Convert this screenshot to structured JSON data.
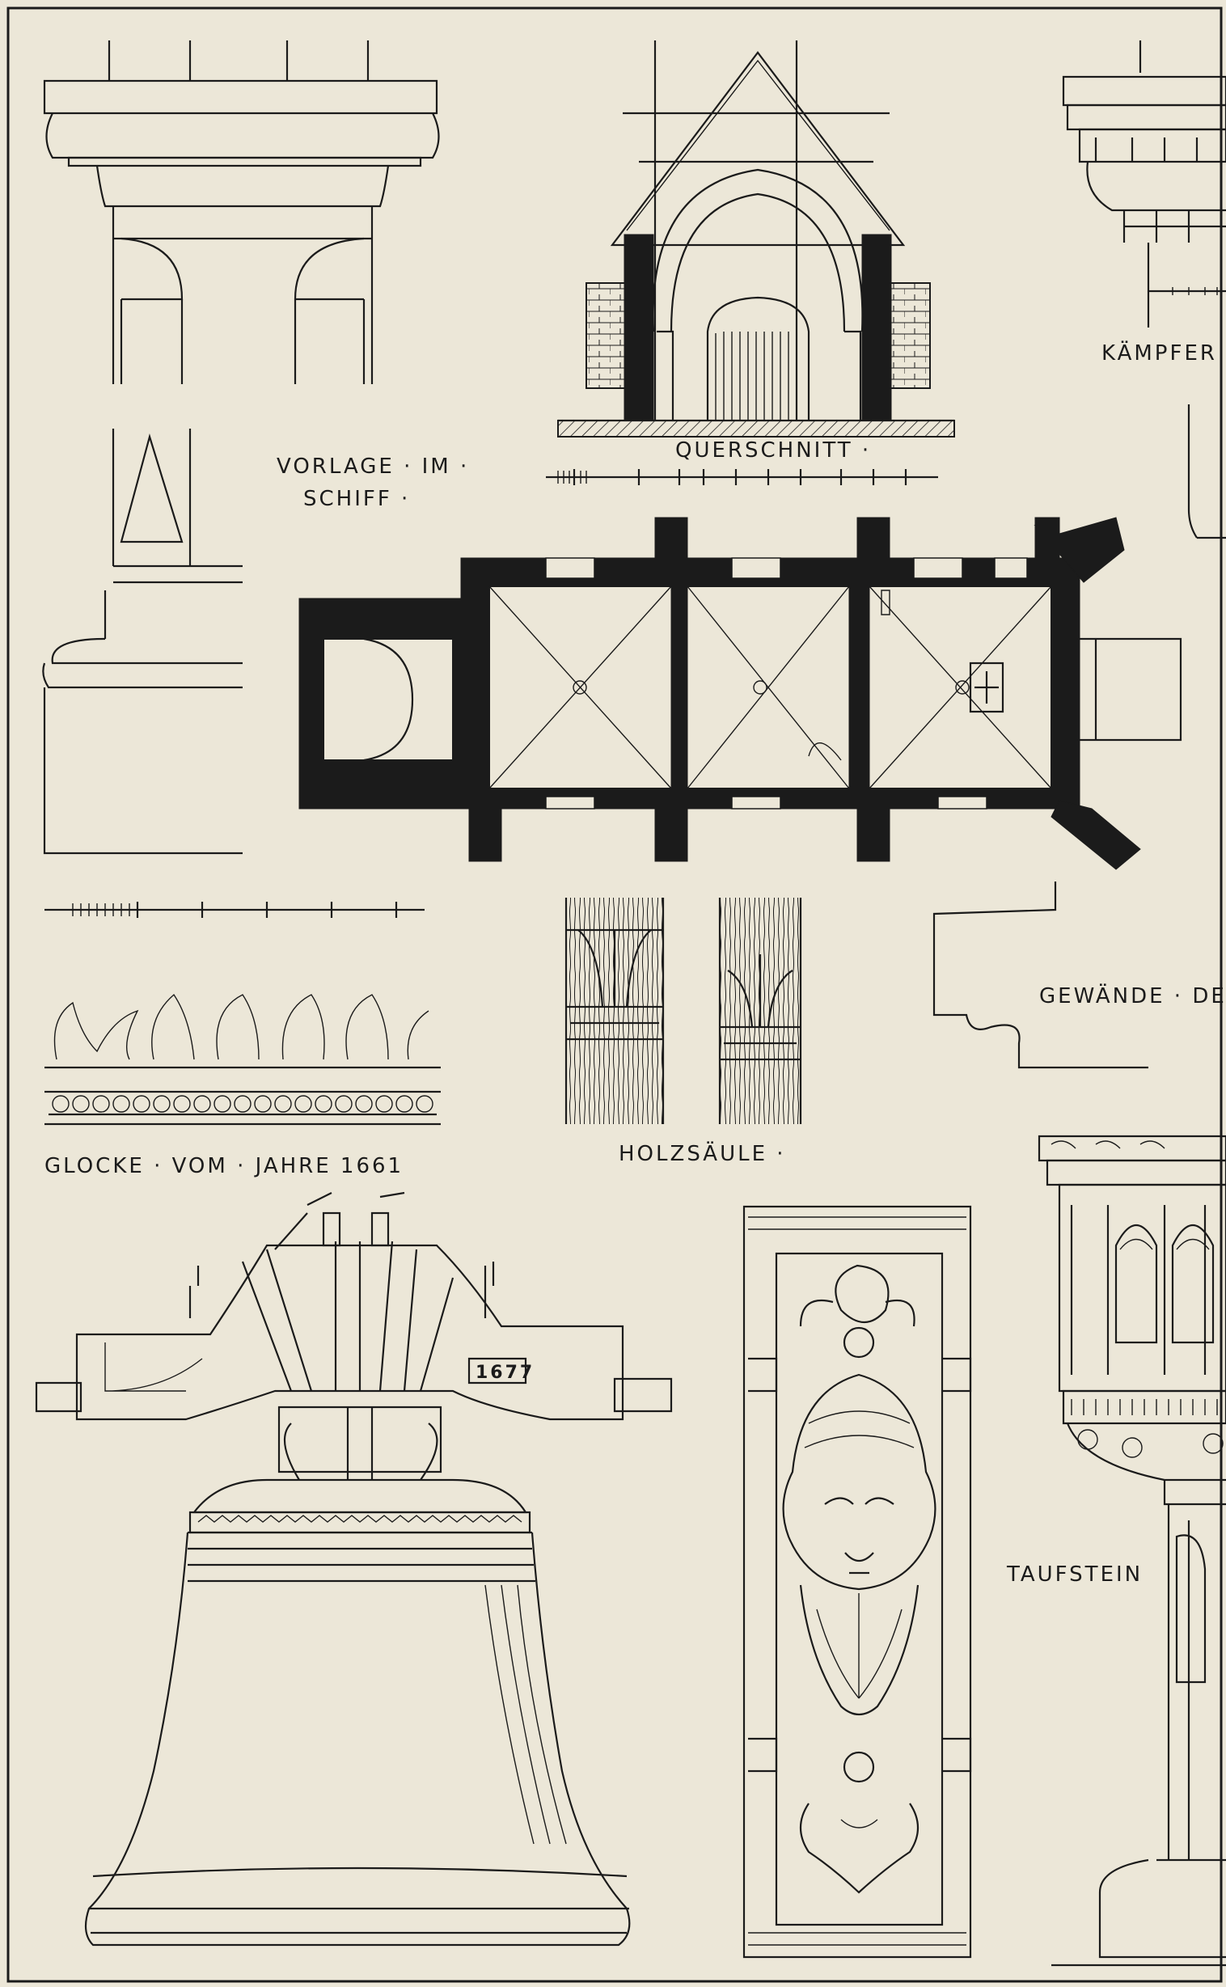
{
  "labels": {
    "vorlage_line1": "VORLAGE · IM ·",
    "vorlage_line2": "SCHIFF ·",
    "querschnitt": "QUERSCHNITT ·",
    "kaempfer": "KÄMPFER ·",
    "gewaende": "GEWÄNDE · DER ·",
    "holzsaeule": "HOLZSÄULE ·",
    "glocke": "GLOCKE · VOM · JAHRE 1661",
    "taufstein": "TAUFSTEIN"
  },
  "bell": {
    "year_plate": "1677"
  },
  "colors": {
    "paper": "#ece7d8",
    "ink": "#1b1b1b"
  }
}
